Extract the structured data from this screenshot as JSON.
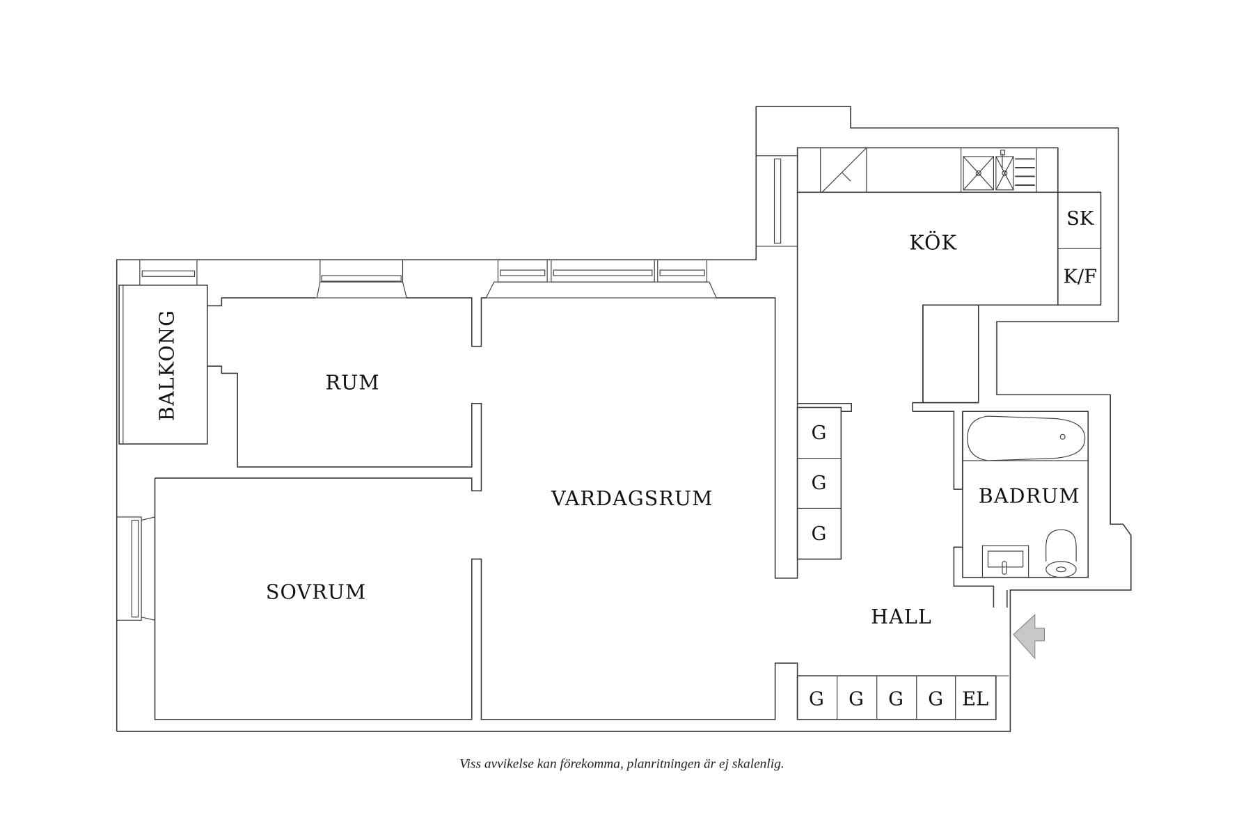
{
  "floorplan": {
    "rooms": {
      "kok": "KÖK",
      "rum": "RUM",
      "vardagsrum": "VARDAGSRUM",
      "sovrum": "SOVRUM",
      "badrum": "BADRUM",
      "hall": "HALL",
      "balkong": "BALKONG"
    },
    "fixtures": {
      "sk": "SK",
      "kf": "K/F",
      "wardrobe_g": "G",
      "el": "EL"
    },
    "hall_wardrobes": [
      "G",
      "G",
      "G",
      "G",
      "EL"
    ],
    "corridor_wardrobes": [
      "G",
      "G",
      "G"
    ],
    "entrance_arrow_color": "#c8c8c8",
    "line_color": "#3a3a3a"
  },
  "caption": "Viss avvikelse kan förekomma, planritningen är ej skalenlig."
}
